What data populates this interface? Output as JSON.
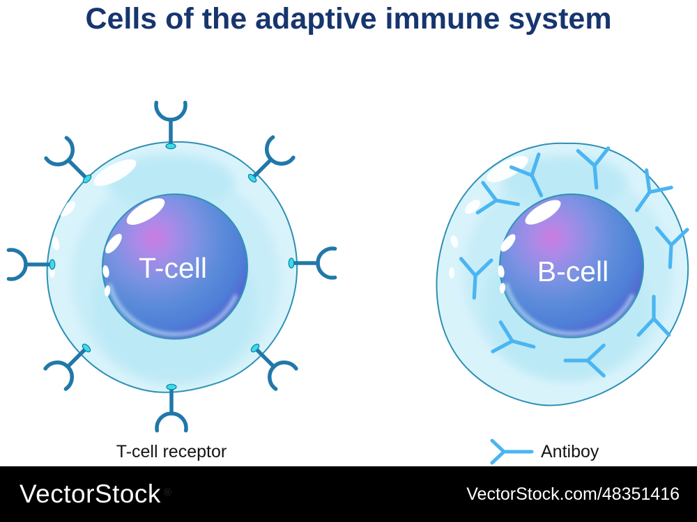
{
  "title": "Cells of the adaptive immune system",
  "cells": {
    "t_cell": {
      "label": "T-cell"
    },
    "b_cell": {
      "label": "B-cell"
    }
  },
  "legend": {
    "receptor_label": "T-cell receptor",
    "antibody_label": "Antiboy"
  },
  "icons": {
    "t_cell_receptor": "t-cell-receptor-icon",
    "antibody": "antibody-icon"
  },
  "watermark": {
    "brand": "VectorStock",
    "registered": "®",
    "site_ref": "VectorStock.com/48351416"
  },
  "colors": {
    "title_text": "#17356e",
    "membrane_line": "#2e8fb4",
    "cytoplasm": "#d9f3fb",
    "cytoplasm_patch": "#c7edf8",
    "cytoplasm_patch_deep": "#bce9f6",
    "receptor": "#2178a8",
    "receptor_socket": "#3cdbe9",
    "antibody": "#4ab5f2",
    "nucleus_highlight": "#cb7cdf",
    "nucleus_mid": "#5b8bd9",
    "nucleus_edge": "#5a54cf",
    "cell_label_text": "#ffffff",
    "legend_text": "#141414",
    "watermark_bar": "#000000",
    "watermark_text": "#ffffff"
  }
}
